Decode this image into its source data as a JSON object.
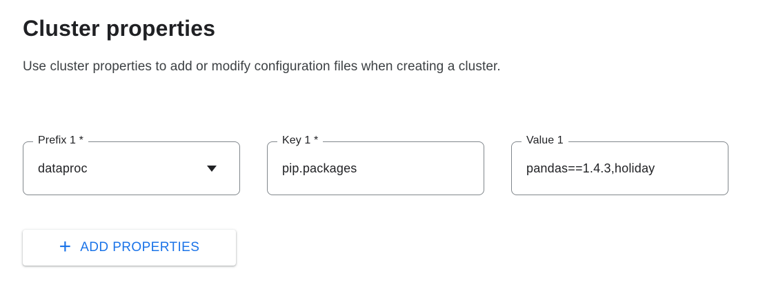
{
  "header": {
    "title": "Cluster properties",
    "description": "Use cluster properties to add or modify configuration files when creating a cluster."
  },
  "fields": {
    "prefix": {
      "label": "Prefix 1 *",
      "value": "dataproc",
      "control": "select",
      "icon": "dropdown-arrow-icon"
    },
    "key": {
      "label": "Key 1 *",
      "value": "pip.packages",
      "control": "text-input"
    },
    "value": {
      "label": "Value 1",
      "value": "pandas==1.4.3,holiday",
      "control": "text-input"
    }
  },
  "actions": {
    "add_properties": {
      "icon": "plus-icon",
      "icon_glyph": "+",
      "label": "ADD PROPERTIES"
    }
  },
  "colors": {
    "accent_blue": "#1a73e8",
    "text_primary": "#202124",
    "text_body": "#3c4043",
    "field_border": "#80868b"
  }
}
